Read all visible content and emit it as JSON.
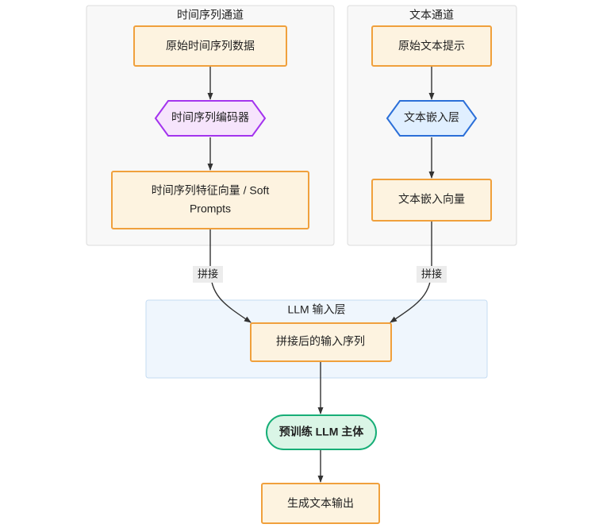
{
  "diagram": {
    "type": "flowchart",
    "direction": "top-down",
    "background": "#ffffff",
    "palette": {
      "node_orange_stroke": "#f0a03c",
      "node_orange_fill": "#fdf3e0",
      "node_purple_stroke": "#a333ee",
      "node_purple_fill": "#f6e4fc",
      "node_blue_stroke": "#2b6fd8",
      "node_blue_fill": "#e0efff",
      "node_green_stroke": "#17ae77",
      "node_green_fill": "#daf5e6",
      "cluster_gray_stroke": "#dcdcdc",
      "cluster_gray_fill": "#f8f8f8",
      "cluster_blue_stroke": "#c5dcf2",
      "cluster_blue_fill": "#eff6fd",
      "edge_stroke": "#333333",
      "edge_label_bg": "#ececec",
      "text": "#1f1f1f"
    },
    "clusters": [
      {
        "id": "cluster-timeseries",
        "title": "时间序列通道",
        "style": "gray"
      },
      {
        "id": "cluster-text",
        "title": "文本通道",
        "style": "gray"
      },
      {
        "id": "cluster-llm-input",
        "title": "LLM 输入层",
        "style": "blue"
      }
    ],
    "nodes": [
      {
        "id": "node-raw-timeseries",
        "label": "原始时间序列数据",
        "shape": "rect",
        "style": "orange",
        "cluster": "cluster-timeseries"
      },
      {
        "id": "node-timeseries-encoder",
        "label": "时间序列编码器",
        "shape": "hexagon",
        "style": "purple",
        "cluster": "cluster-timeseries"
      },
      {
        "id": "node-timeseries-features",
        "label_line1": "时间序列特征向量 / Soft",
        "label_line2": "Prompts",
        "label": "时间序列特征向量 / Soft Prompts",
        "shape": "rect",
        "style": "orange",
        "cluster": "cluster-timeseries"
      },
      {
        "id": "node-raw-text-prompt",
        "label": "原始文本提示",
        "shape": "rect",
        "style": "orange",
        "cluster": "cluster-text"
      },
      {
        "id": "node-text-embedding-layer",
        "label": "文本嵌入层",
        "shape": "hexagon",
        "style": "blue",
        "cluster": "cluster-text"
      },
      {
        "id": "node-text-embedding-vector",
        "label": "文本嵌入向量",
        "shape": "rect",
        "style": "orange",
        "cluster": "cluster-text"
      },
      {
        "id": "node-concat-input-sequence",
        "label": "拼接后的输入序列",
        "shape": "rect",
        "style": "orange",
        "cluster": "cluster-llm-input"
      },
      {
        "id": "node-pretrained-llm",
        "label": "预训练 LLM 主体",
        "shape": "stadium",
        "style": "green",
        "bold": true,
        "cluster": null
      },
      {
        "id": "node-generated-text-output",
        "label": "生成文本输出",
        "shape": "rect",
        "style": "orange",
        "cluster": null
      }
    ],
    "edges": [
      {
        "id": "edge-1",
        "from": "node-raw-timeseries",
        "to": "node-timeseries-encoder",
        "label": ""
      },
      {
        "id": "edge-2",
        "from": "node-timeseries-encoder",
        "to": "node-timeseries-features",
        "label": ""
      },
      {
        "id": "edge-3",
        "from": "node-raw-text-prompt",
        "to": "node-text-embedding-layer",
        "label": ""
      },
      {
        "id": "edge-4",
        "from": "node-text-embedding-layer",
        "to": "node-text-embedding-vector",
        "label": ""
      },
      {
        "id": "edge-5",
        "from": "node-timeseries-features",
        "to": "node-concat-input-sequence",
        "label": "拼接"
      },
      {
        "id": "edge-6",
        "from": "node-text-embedding-vector",
        "to": "node-concat-input-sequence",
        "label": "拼接"
      },
      {
        "id": "edge-7",
        "from": "node-concat-input-sequence",
        "to": "node-pretrained-llm",
        "label": ""
      },
      {
        "id": "edge-8",
        "from": "node-pretrained-llm",
        "to": "node-generated-text-output",
        "label": ""
      }
    ]
  }
}
